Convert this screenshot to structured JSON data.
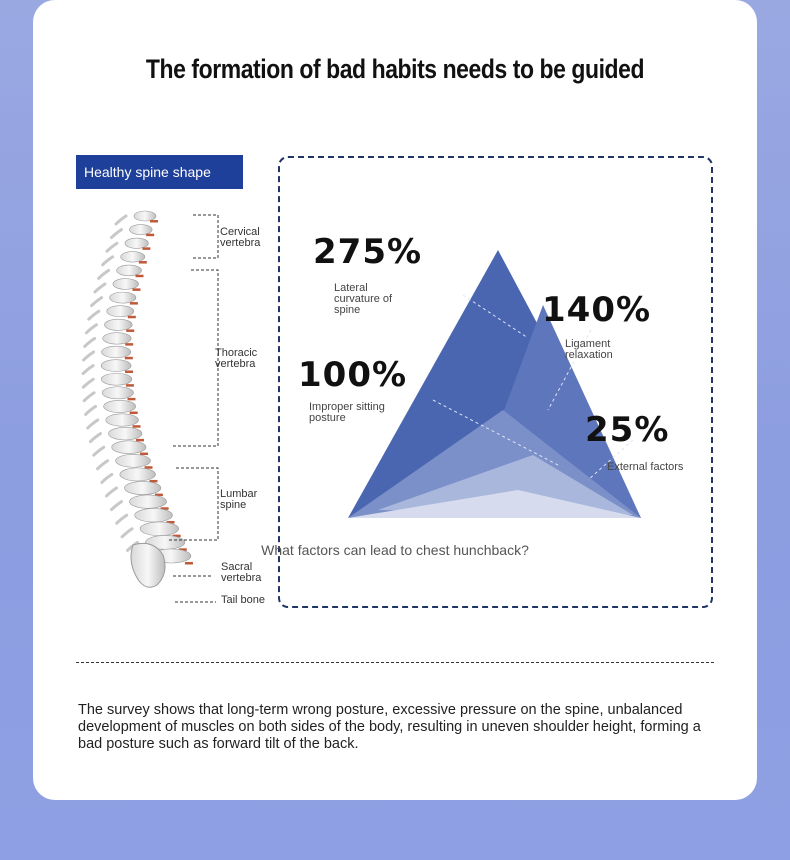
{
  "title": "The formation of bad habits needs to be guided",
  "spine_panel": {
    "badge": "Healthy spine shape",
    "labels": {
      "cervical": [
        "Cervical",
        "vertebra"
      ],
      "thoracic": [
        "Thoracic",
        "vertebra"
      ],
      "lumbar": [
        "Lumbar",
        "spine"
      ],
      "sacral": [
        "Sacral",
        "vertebra"
      ],
      "tail": "Tail bone"
    }
  },
  "factors": {
    "items": [
      {
        "percent": "275%",
        "label": [
          "Lateral",
          "curvature of",
          "spine"
        ]
      },
      {
        "percent": "140%",
        "label": [
          "Ligament",
          "relaxation"
        ]
      },
      {
        "percent": "100%",
        "label": [
          "Improper sitting",
          "posture"
        ]
      },
      {
        "percent": "25%",
        "label": [
          "External factors"
        ]
      }
    ],
    "question": "What factors can lead to chest hunchback?",
    "colors": {
      "primary": "#4a66b0",
      "mid": "#7b90c8",
      "light": "#a9b7dc",
      "lightest": "#d6dcee"
    }
  },
  "survey_text": "The survey shows that long-term wrong posture, excessive pressure on the spine, unbalanced development of muscles on both sides of the body, resulting in uneven shoulder height, forming a bad posture such as forward tilt of the back."
}
